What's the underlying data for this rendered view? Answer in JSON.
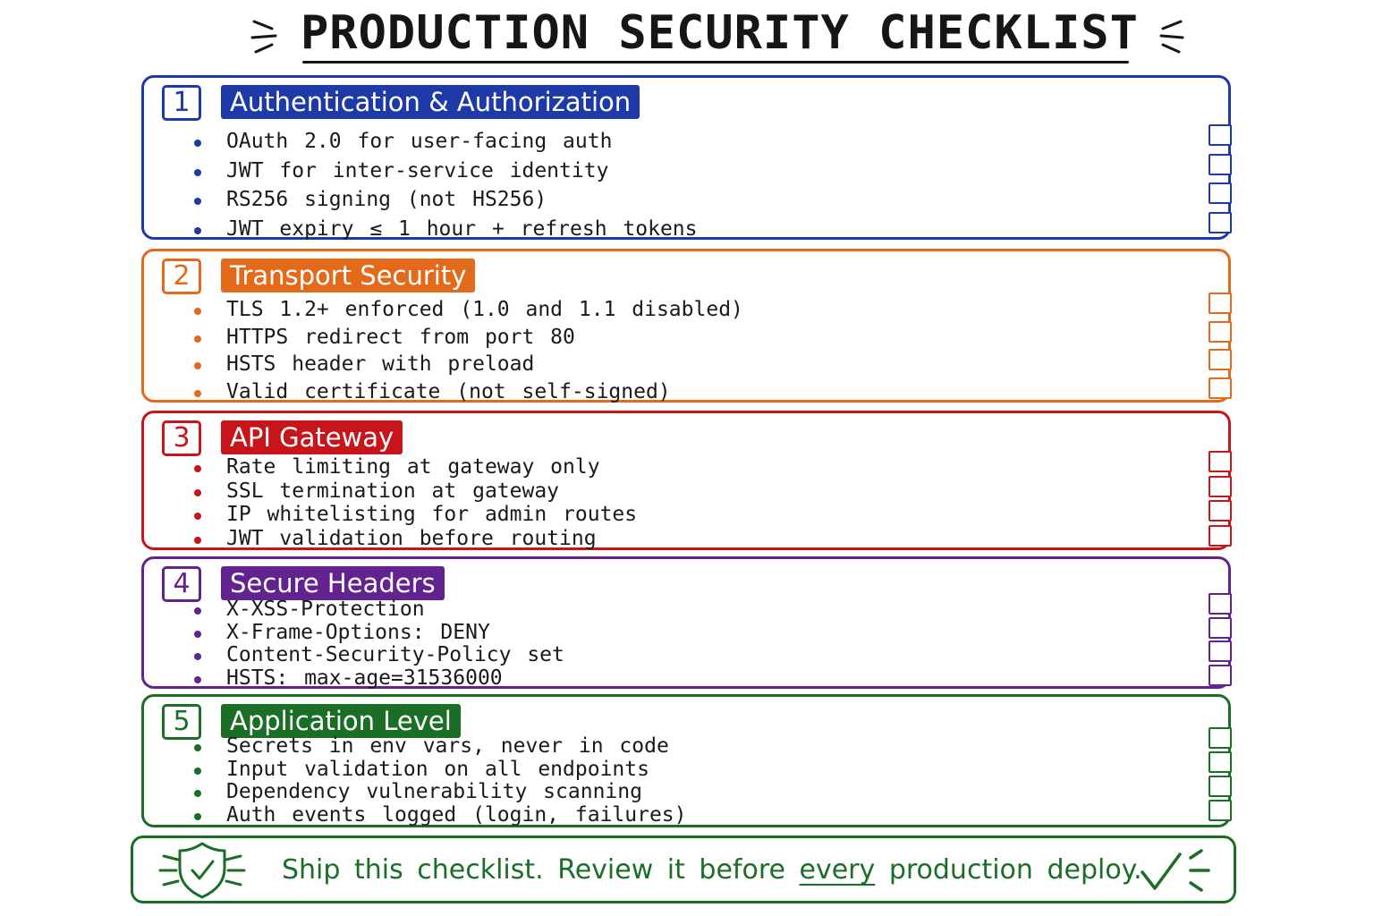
{
  "page": {
    "title": "PRODUCTION SECURITY CHECKLIST"
  },
  "sections": [
    {
      "number": "1",
      "title": "Authentication & Authorization",
      "color": "#1d3aa8",
      "items": [
        "OAuth 2.0 for user-facing auth",
        "JWT for inter-service identity",
        "RS256 signing (not HS256)",
        "JWT expiry ≤ 1 hour + refresh tokens"
      ],
      "checked": [
        false,
        false,
        false,
        false
      ]
    },
    {
      "number": "2",
      "title": "Transport Security",
      "color": "#e36a1a",
      "items": [
        "TLS 1.2+ enforced (1.0 and 1.1 disabled)",
        "HTTPS redirect from port 80",
        "HSTS header with preload",
        "Valid certificate (not self-signed)"
      ],
      "checked": [
        false,
        false,
        false,
        false
      ]
    },
    {
      "number": "3",
      "title": "API Gateway",
      "color": "#c8141b",
      "items": [
        "Rate limiting at gateway only",
        "SSL termination at gateway",
        "IP whitelisting for admin routes",
        "JWT validation before routing"
      ],
      "checked": [
        false,
        false,
        false,
        false
      ]
    },
    {
      "number": "4",
      "title": "Secure Headers",
      "color": "#63238f",
      "items": [
        "X-XSS-Protection",
        "X-Frame-Options: DENY",
        "Content-Security-Policy set",
        "HSTS: max-age=31536000"
      ],
      "checked": [
        false,
        false,
        false,
        false
      ]
    },
    {
      "number": "5",
      "title": "Application Level",
      "color": "#1b6e26",
      "items": [
        "Secrets in env vars, never in code",
        "Input validation on all endpoints",
        "Dependency vulnerability scanning",
        "Auth events logged (login, failures)"
      ],
      "checked": [
        false,
        false,
        false,
        false
      ]
    }
  ],
  "footer": {
    "text_before": "Ship this checklist. Review it before ",
    "emphasis": "every",
    "text_after": " production deploy.",
    "color": "#1b6e26",
    "icons": [
      "shield-check-icon",
      "checkmark-icon"
    ]
  }
}
